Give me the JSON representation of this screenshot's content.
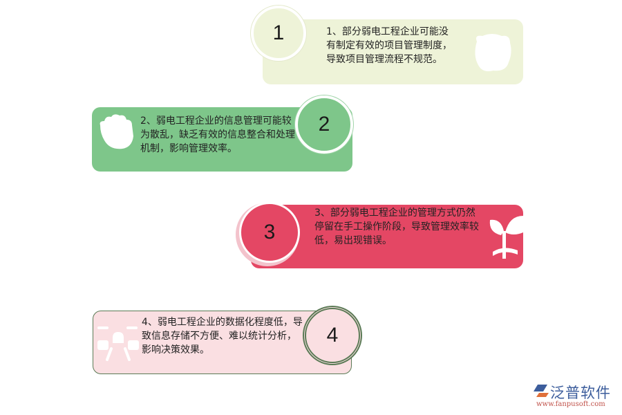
{
  "items": [
    {
      "number": "1",
      "text": "1、部分弱电工程企业可能没有制定有效的项目管理制度，导致项目管理流程不规范。",
      "color": "#eef3d8",
      "icon": "face-icon"
    },
    {
      "number": "2",
      "text": "2、弱电工程企业的信息管理可能较为散乱，缺乏有效的信息整合和处理机制，影响管理效率。",
      "color": "#7ec68a",
      "icon": "hand-icon"
    },
    {
      "number": "3",
      "text": "3、部分弱电工程企业的管理方式仍然停留在手工操作阶段，导致管理效率较低，易出现错误。",
      "color": "#e44764",
      "icon": "sprout-icon"
    },
    {
      "number": "4",
      "text": "4、弱电工程企业的数据化程度低，导致信息存储不方便、难以统计分析，影响决策效果。",
      "color": "#fadfe2",
      "icon": "network-icon"
    }
  ],
  "logo": {
    "brand": "泛普软件",
    "url": "www.fanpusoft.com"
  }
}
